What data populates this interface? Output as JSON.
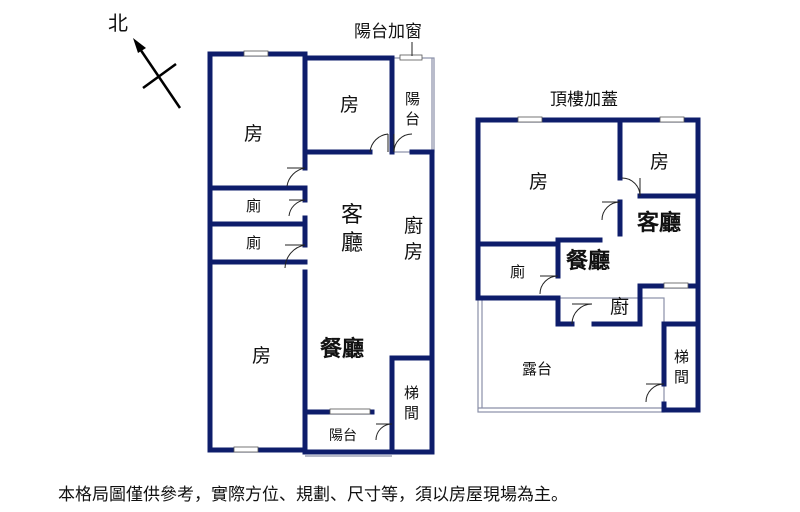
{
  "compass": {
    "north": "北"
  },
  "main_plan": {
    "rooms": {
      "room_top_left": "房",
      "room_top_mid": "房",
      "balcony_top": "陽台",
      "toilet_1": "廁",
      "toilet_2": "廁",
      "living": "客廳",
      "kitchen": "廚房",
      "room_bottom_left": "房",
      "dining": "餐廳",
      "stairs": "梯間",
      "balcony_bottom": "陽台"
    },
    "annotation": "陽台加窗"
  },
  "roof_plan": {
    "title": "頂樓加蓋",
    "rooms": {
      "room_left": "房",
      "room_right": "房",
      "living": "客廳",
      "toilet": "廁",
      "dining": "餐廳",
      "kitchen": "廚",
      "terrace": "露台",
      "stairs": "梯間"
    }
  },
  "disclaimer": "本格局圖僅供參考，實際方位、規劃、尺寸等，須以房屋現場為主。",
  "colors": {
    "wall": "#0e1d6b"
  }
}
